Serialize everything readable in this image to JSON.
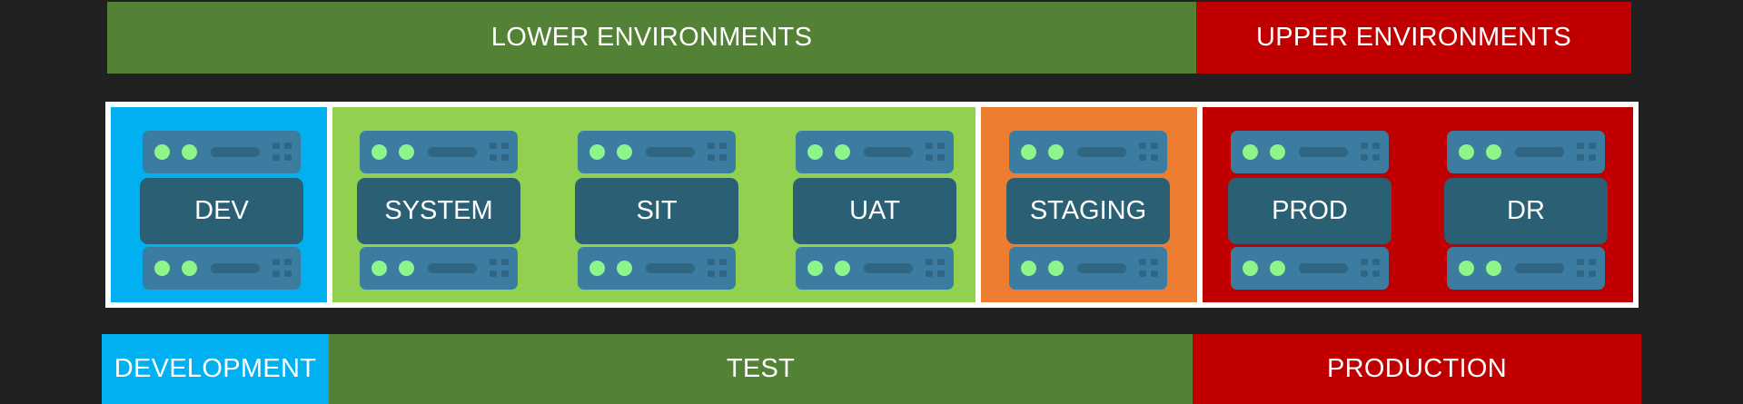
{
  "colors": {
    "background": "#212121",
    "lower_green": "#538135",
    "upper_red": "#c00000",
    "dev_blue": "#00b0f0",
    "test_lightgreen": "#92d050",
    "staging_orange": "#ed7d31",
    "server_unit": "#3b7ca0",
    "server_label": "#2b5f73",
    "indicator_dot": "#8df58a"
  },
  "top_bands": {
    "lower": "LOWER ENVIRONMENTS",
    "upper": "UPPER ENVIRONMENTS"
  },
  "environments": {
    "dev": "DEV",
    "system": "SYSTEM",
    "sit": "SIT",
    "uat": "UAT",
    "staging": "STAGING",
    "prod": "PROD",
    "dr": "DR"
  },
  "bottom_bands": {
    "development": "DEVELOPMENT",
    "test": "TEST",
    "production": "PRODUCTION"
  },
  "icons": {
    "server": "server-stack-icon"
  }
}
